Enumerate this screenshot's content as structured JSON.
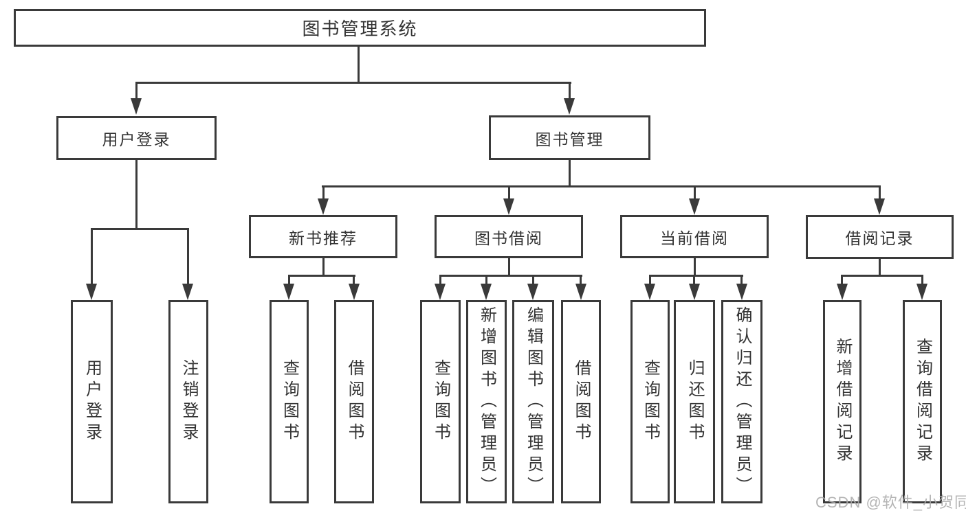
{
  "page": {
    "watermark": "CSDN @软件_小贺同学"
  },
  "colors": {
    "line": "#3a3a3a",
    "text": "#333333",
    "watermark_gray": "#ababab",
    "background": "#ffffff"
  },
  "nodes": {
    "root": {
      "label": "图书管理系统"
    },
    "level1": {
      "user_login": {
        "label": "用户登录"
      },
      "book_mgmt": {
        "label": "图书管理"
      }
    },
    "level2": {
      "new_book_rec": {
        "label": "新书推荐"
      },
      "book_borrow": {
        "label": "图书借阅"
      },
      "current_borrow": {
        "label": "当前借阅"
      },
      "borrow_record": {
        "label": "借阅记录"
      }
    },
    "leaves": {
      "user_login": {
        "label": "用户登录"
      },
      "logout": {
        "label": "注销登录"
      },
      "nbr_query_books": {
        "label": "查询图书"
      },
      "nbr_borrow_books": {
        "label": "借阅图书"
      },
      "bb_query_books": {
        "label": "查询图书"
      },
      "bb_add_books": {
        "label": "新增图书（管理员）"
      },
      "bb_edit_books": {
        "label": "编辑图书（管理员）"
      },
      "bb_borrow_books": {
        "label": "借阅图书"
      },
      "cb_query_books": {
        "label": "查询图书"
      },
      "cb_return_books": {
        "label": "归还图书"
      },
      "cb_confirm_return": {
        "label": "确认归还（管理员）"
      },
      "br_add_record": {
        "label": "新增借阅记录"
      },
      "br_query_record": {
        "label": "查询借阅记录"
      }
    }
  }
}
